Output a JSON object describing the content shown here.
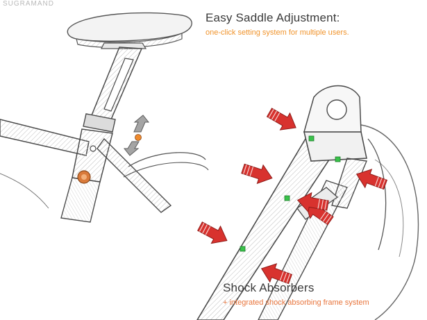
{
  "watermark": "SUGRAMAND",
  "feature_saddle": {
    "title": "Easy Saddle Adjustment:",
    "subtitle": "one-click setting system for multiple users."
  },
  "feature_shock": {
    "title": "Shock Absorbers",
    "subtitle": "+ integrated shock absorbing frame system"
  },
  "colors": {
    "accent_orange": "#f0932b",
    "arrow_red": "#d8322e",
    "marker_green": "#39c24a",
    "sketch_ink": "#555555",
    "adjust_arrow_gray": "#9a9a9a"
  },
  "icons": [
    "saddle-sketch",
    "seatpost-sketch",
    "bike-frame-sketch",
    "adjust-up-down-arrow",
    "impact-arrow",
    "shock-marker"
  ]
}
